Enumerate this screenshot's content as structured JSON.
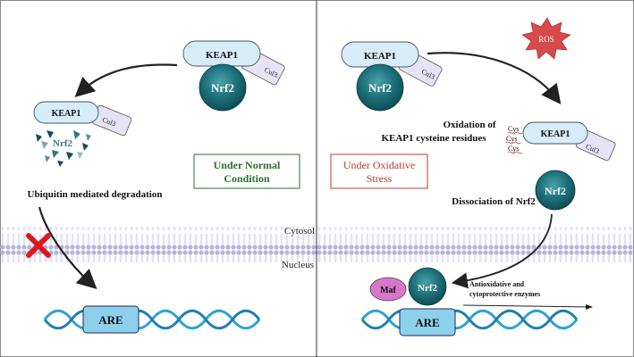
{
  "left_panel": {
    "keap1_top": "KEAP1",
    "cul3_top": "Cul3",
    "nrf2_top": "Nrf2",
    "keap1_degraded": "KEAP1",
    "cul3_degraded": "Cul3",
    "nrf2_fragment": "Nrf2",
    "degradation_label": "Ubiquitin mediated degradation",
    "condition_line1": "Under Normal",
    "condition_line2": "Condition",
    "are_label": "ARE"
  },
  "right_panel": {
    "ros_label": "ROS",
    "keap1_top": "KEAP1",
    "cul3_top": "Cul3",
    "nrf2_top": "Nrf2",
    "oxidation_line1": "Oxidation of",
    "oxidation_line2": "KEAP1 cysteine residues",
    "cys_labels": [
      "Cys",
      "Cys",
      "Cys"
    ],
    "keap1_oxidized": "KEAP1",
    "cul3_oxidized": "Cul3",
    "condition_line1": "Under Oxidative",
    "condition_line2": "Stress",
    "nrf2_free": "Nrf2",
    "dissociation_label": "Dissociation of Nrf2",
    "maf_label": "Maf",
    "nrf2_bound": "Nrf2",
    "enzymes_line1": "Antioxidative and",
    "enzymes_line2": "cytoprotective enzymes",
    "are_label": "ARE"
  },
  "membrane": {
    "cytosol_label": "Cytosol",
    "nucleus_label": "Nucleus"
  },
  "colors": {
    "keap1_fill": "#d6ecf8",
    "cul3_fill": "#e7e3f7",
    "nrf2_fill": "#1c6f78",
    "normal_text": "#2e6e2e",
    "stress_text": "#c0392b",
    "block_x": "#e0191f",
    "dna_strand": "#2ba3d6",
    "membrane_head": "#b9b2dd",
    "maf_fill": "#d877c9"
  }
}
